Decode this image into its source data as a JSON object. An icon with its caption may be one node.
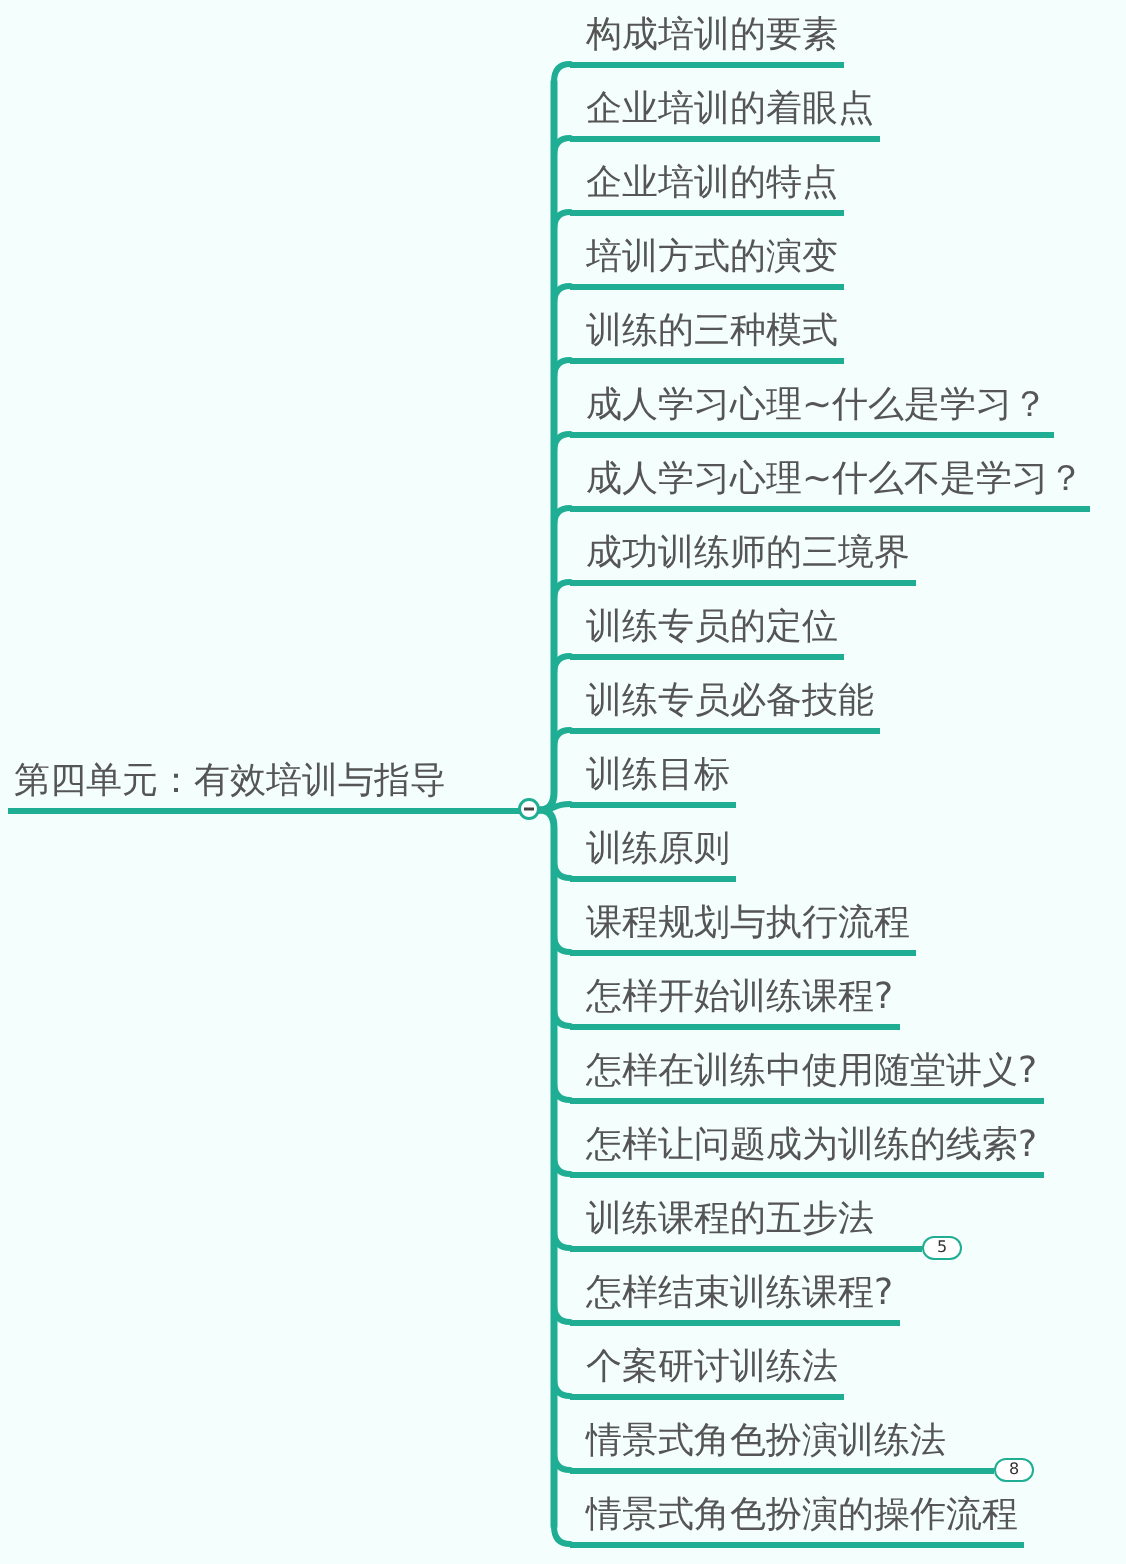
{
  "diagram": {
    "nodes": [
      {
        "text": [
          "第四单元：有效培训与指导"
        ]
      },
      {
        "text": [
          "构成培训的要素"
        ]
      },
      {
        "text": [
          "企业培训的着眼点"
        ]
      },
      {
        "text": [
          "企业培训的特点"
        ]
      },
      {
        "text": [
          "培训方式的演变"
        ]
      },
      {
        "text": [
          "训练的三种模式"
        ]
      },
      {
        "text": [
          "成人学习心理~什么是学习？"
        ]
      },
      {
        "text": [
          "成人学习心理~什么不是学习？"
        ]
      },
      {
        "text": [
          "成功训练师的三境界"
        ]
      },
      {
        "text": [
          "训练专员的定位"
        ]
      },
      {
        "text": [
          "训练专员必备技能"
        ]
      },
      {
        "text": [
          "训练目标"
        ]
      },
      {
        "text": [
          "训练原则"
        ]
      },
      {
        "text": [
          "课程规划与执行流程"
        ]
      },
      {
        "text": [
          "怎样开始训练课程?"
        ]
      },
      {
        "text": [
          "怎样在训练中使用随堂讲义?"
        ]
      },
      {
        "text": [
          "怎样让问题成为训练的线索?"
        ]
      },
      {
        "text": [
          "训练课程的五步法"
        ],
        "beside": [
          "5"
        ]
      },
      {
        "text": [
          "怎样结束训练课程?"
        ]
      },
      {
        "text": [
          "个案研讨训练法"
        ]
      },
      {
        "text": [
          "情景式角色扮演训练法"
        ],
        "beside": [
          "8"
        ]
      },
      {
        "text": [
          "情景式角色扮演的操作流程"
        ]
      }
    ],
    "edges": [
      {
        "from": 0,
        "to": 1,
        "arrow": "none"
      },
      {
        "from": 0,
        "to": 2,
        "arrow": "none"
      },
      {
        "from": 0,
        "to": 3,
        "arrow": "none"
      },
      {
        "from": 0,
        "to": 4,
        "arrow": "none"
      },
      {
        "from": 0,
        "to": 5,
        "arrow": "none"
      },
      {
        "from": 0,
        "to": 6,
        "arrow": "none"
      },
      {
        "from": 0,
        "to": 7,
        "arrow": "none"
      },
      {
        "from": 0,
        "to": 8,
        "arrow": "none"
      },
      {
        "from": 0,
        "to": 9,
        "arrow": "none"
      },
      {
        "from": 0,
        "to": 10,
        "arrow": "none"
      },
      {
        "from": 0,
        "to": 11,
        "arrow": "none"
      },
      {
        "from": 0,
        "to": 12,
        "arrow": "none"
      },
      {
        "from": 0,
        "to": 13,
        "arrow": "none"
      },
      {
        "from": 0,
        "to": 14,
        "arrow": "none"
      },
      {
        "from": 0,
        "to": 15,
        "arrow": "none"
      },
      {
        "from": 0,
        "to": 16,
        "arrow": "none"
      },
      {
        "from": 0,
        "to": 17,
        "arrow": "none"
      },
      {
        "from": 0,
        "to": 18,
        "arrow": "none"
      },
      {
        "from": 0,
        "to": 19,
        "arrow": "none"
      },
      {
        "from": 0,
        "to": 20,
        "arrow": "none"
      },
      {
        "from": 0,
        "to": 21,
        "arrow": "none"
      }
    ]
  }
}
